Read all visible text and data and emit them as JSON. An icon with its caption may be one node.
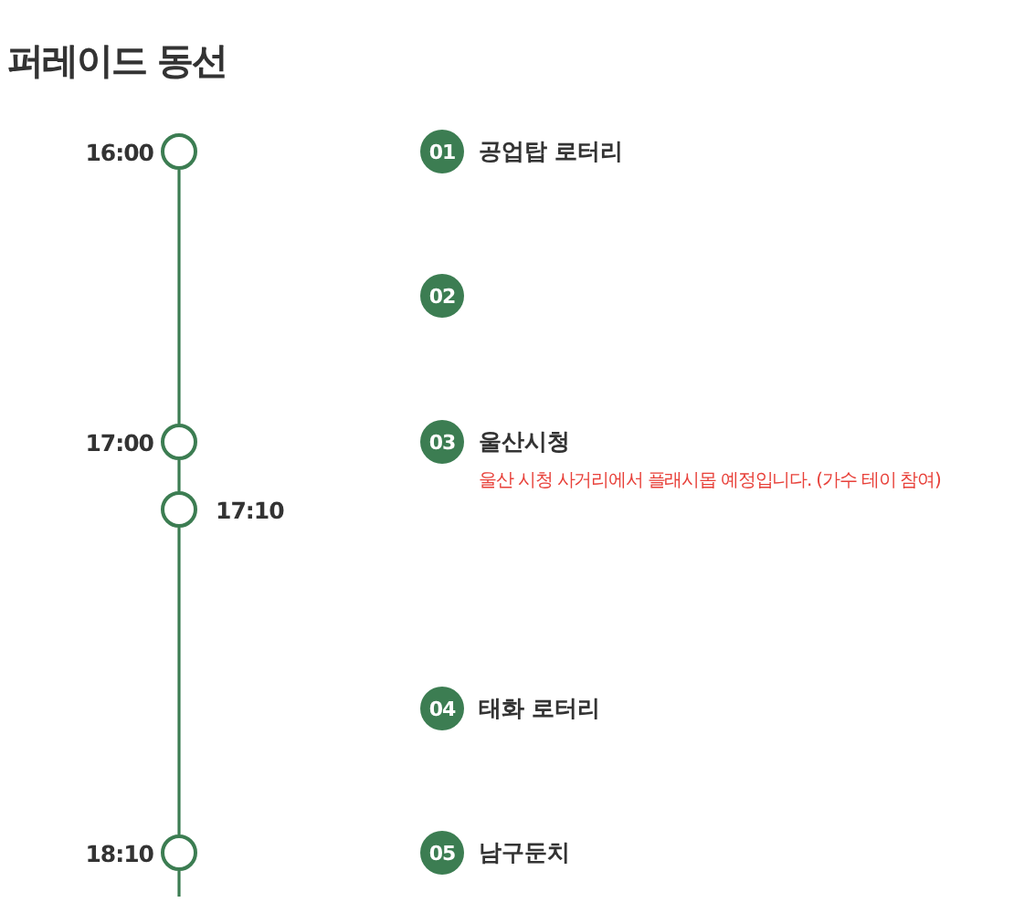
{
  "diagram": {
    "title": "퍼레이드 동선",
    "nodes": [
      {
        "text": [],
        "shape": "circle",
        "beside": [
          "16:00"
        ]
      },
      {
        "text": [],
        "shape": "circle",
        "beside": [
          "17:00"
        ]
      },
      {
        "text": [],
        "shape": "circle",
        "beside": [
          "17:10"
        ]
      },
      {
        "text": [],
        "shape": "circle",
        "beside": [
          "18:10"
        ]
      },
      {
        "text": [
          "01"
        ],
        "beside": [
          "공업탑 로터리"
        ]
      },
      {
        "text": [
          "02"
        ]
      },
      {
        "text": [
          "03"
        ],
        "beside": [
          "울산시청",
          "울산 시청 사거리에서 플래시몹 예정입니다. (가수 테이 참여)"
        ]
      },
      {
        "text": [
          "04"
        ],
        "beside": [
          "태화 로터리"
        ]
      },
      {
        "text": [
          "05"
        ],
        "beside": [
          "남구둔치"
        ]
      }
    ],
    "edges": [
      {
        "from": 0,
        "to": 1,
        "arrow": "none"
      },
      {
        "from": 1,
        "to": 2,
        "arrow": "none"
      },
      {
        "from": 2,
        "to": 3,
        "arrow": "none"
      },
      {
        "from": 3,
        "to": null,
        "arrow": "none"
      }
    ]
  }
}
